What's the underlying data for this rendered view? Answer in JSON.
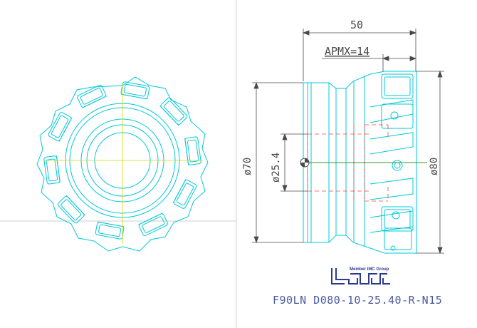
{
  "dimensions": {
    "overall_length": "50",
    "apmx": "APMX=14",
    "body_diameter": "ø70",
    "bore_diameter": "ø25.4",
    "cutting_diameter": "ø80"
  },
  "designation": "F90LN D080-10-25.40-R-N15",
  "logo": {
    "tagline": "Member IMC Group",
    "wordmark": "ISCAR"
  },
  "colors": {
    "outline": "#00c8d8",
    "centerline": "#d8d800",
    "hidden": "#ff4040",
    "dimension": "#4a4a4a",
    "logo": "#2a3a90",
    "insert_axis": "#20a020"
  },
  "tool_geometry": {
    "teeth": 10
  }
}
